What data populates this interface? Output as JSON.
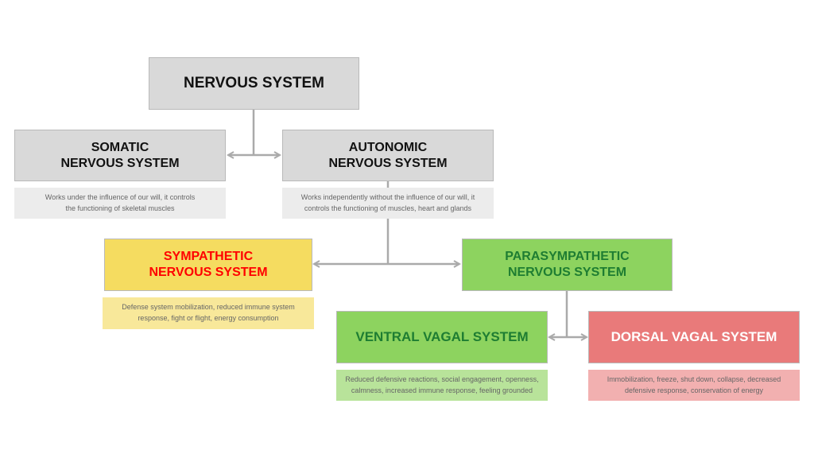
{
  "colors": {
    "gray_box": "#d9d9d9",
    "gray_desc": "#ececec",
    "sympathetic_box": "#f5dc60",
    "sympathetic_text": "#ff0000",
    "sympathetic_desc": "#f8e89a",
    "parasympathetic_box": "#8dd35f",
    "parasympathetic_text": "#1e7d32",
    "parasympathetic_desc": "#b8e39a",
    "dorsal_box": "#e97a7a",
    "dorsal_text": "#ffffff",
    "dorsal_desc": "#f2b0b0",
    "connector": "#aaaaaa"
  },
  "nodes": {
    "nervous_system": {
      "title": "NERVOUS SYSTEM"
    },
    "somatic": {
      "title": "SOMATIC\nNERVOUS SYSTEM",
      "description": "Works under the influence of our will, it controls\nthe functioning of skeletal muscles"
    },
    "autonomic": {
      "title": "AUTONOMIC\nNERVOUS SYSTEM",
      "description": "Works independently without the influence of our will, it\ncontrols the functioning of muscles, heart and glands"
    },
    "sympathetic": {
      "title": "SYMPATHETIC\nNERVOUS SYSTEM",
      "description": "Defense system mobilization, reduced immune system\nresponse, fight or flight, energy consumption"
    },
    "parasympathetic": {
      "title": "PARASYMPATHETIC\nNERVOUS SYSTEM"
    },
    "ventral_vagal": {
      "title": "VENTRAL VAGAL SYSTEM",
      "description": "Reduced defensive reactions, social engagement, openness,\ncalmness, increased immune  response, feeling grounded"
    },
    "dorsal_vagal": {
      "title": "DORSAL VAGAL SYSTEM",
      "description": "Immobilization, freeze, shut down, collapse, decreased\ndefensive response, conservation of energy"
    }
  },
  "edges": [
    {
      "from": "nervous_system",
      "to": [
        "somatic",
        "autonomic"
      ]
    },
    {
      "from": "autonomic",
      "to": [
        "sympathetic",
        "parasympathetic"
      ]
    },
    {
      "from": "parasympathetic",
      "to": [
        "ventral_vagal",
        "dorsal_vagal"
      ]
    }
  ]
}
